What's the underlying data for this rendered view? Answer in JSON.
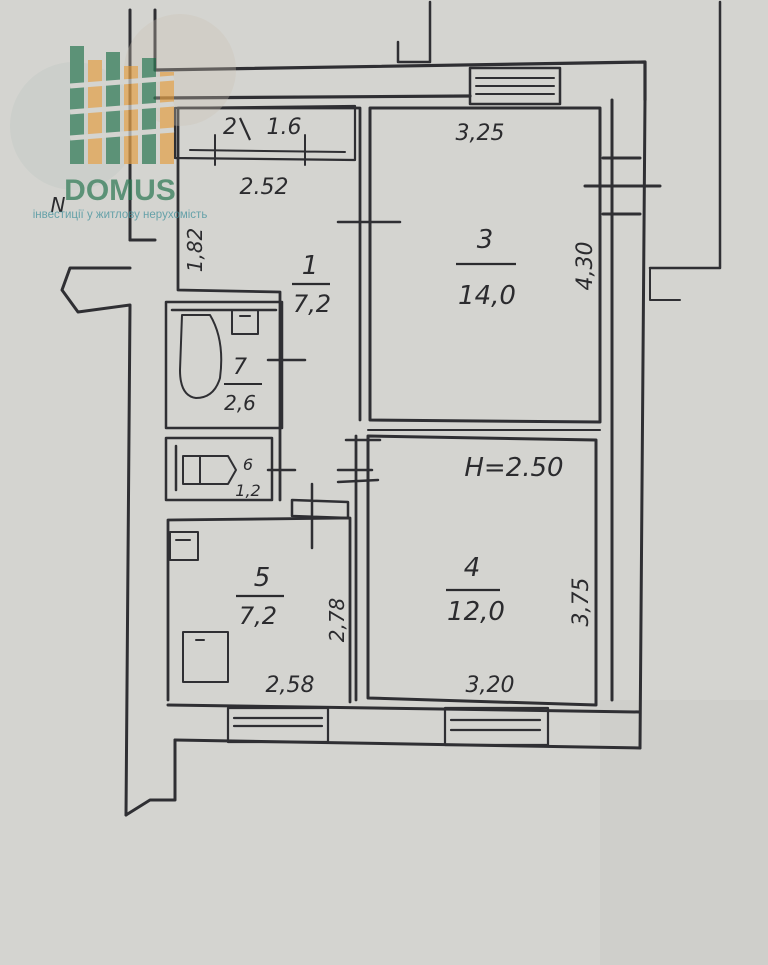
{
  "plan": {
    "north_mark": "N",
    "ceiling_height": "H=2.50",
    "rooms": [
      {
        "number": "1",
        "area": "7,2"
      },
      {
        "number": "2",
        "area": "1.6"
      },
      {
        "number": "3",
        "area": "14,0"
      },
      {
        "number": "4",
        "area": "12,0"
      },
      {
        "number": "5",
        "area": "7,2"
      },
      {
        "number": "6",
        "area": "1,2"
      },
      {
        "number": "7",
        "area": "2,6"
      }
    ],
    "dimensions": {
      "room1_width": "2.52",
      "room1_side": "1,82",
      "room3_width": "3,25",
      "room3_depth": "4,30",
      "room4_width": "3,20",
      "room4_depth": "3,75",
      "room5_width": "2,58",
      "room5_depth": "2,78"
    }
  },
  "watermark": {
    "brand": "DOMUS",
    "tagline": "інвестиції у житлову нерухомість",
    "colors": {
      "green": "#2f7a55",
      "orange": "#e3a14a",
      "teal": "#3b8e9a"
    }
  }
}
